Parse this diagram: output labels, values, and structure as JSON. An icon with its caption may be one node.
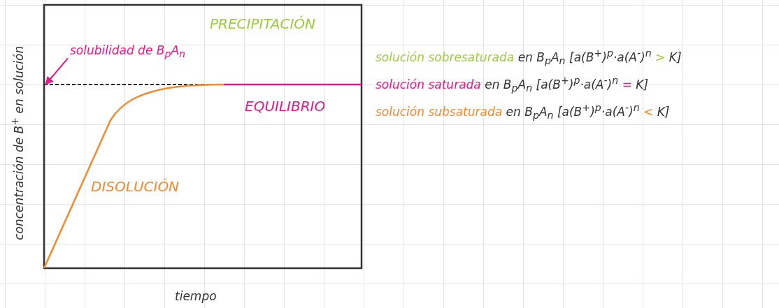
{
  "diagram": {
    "nodes": [
      {
        "text": [
          "solubilidad de B$_{p}$A$_{n}$"
        ]
      },
      {
        "text": [],
        "shape": "line"
      }
    ],
    "edges": [
      {
        "from": 0,
        "to": 1,
        "arrow": "to"
      }
    ],
    "labels": [
      "PRECIPITACIÓN",
      "solución sobresaturada en B$_{p}$A$_{n}$ [a(B$^{+}$)$^{p}$·a(A$^{-}$)$^{n}$ > K]",
      "solución saturada en B$_{p}$A$_{n}$ [a(B$^{+}$)$^{p}$·a(A$^{-}$)$^{n}$ = K]",
      "EQUILIBRIO",
      "solución subsaturada en B$_{p}$A$_{n}$ [a(B$^{+}$)$^{p}$·a(A$^{-}$)$^{n}$ < K]",
      "concentración de B$^{+}$ en solución",
      "DISOLUCIÓN",
      "tiempo"
    ]
  }
}
